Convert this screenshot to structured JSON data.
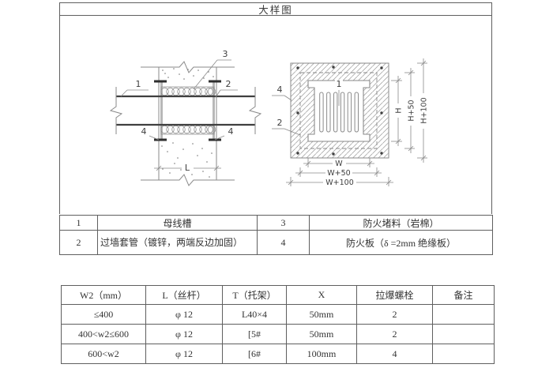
{
  "title": "大样图",
  "section_view": {
    "label_1": "1",
    "label_2": "2",
    "label_3": "3",
    "label_4_left": "4",
    "label_4_right": "4",
    "dim_length": "L"
  },
  "front_view": {
    "label_1": "1",
    "label_2": "2",
    "label_4": "4",
    "dim_w": "W",
    "dim_w50": "W+50",
    "dim_w100": "W+100",
    "dim_h": "H",
    "dim_h50": "H+50",
    "dim_h100": "H+100"
  },
  "legend": {
    "rows": [
      {
        "no_left": "1",
        "desc_left": "母线槽",
        "no_right": "3",
        "desc_right": "防火堵料（岩棉）"
      },
      {
        "no_left": "2",
        "desc_left": "过墙套管（镀锌，两端反边加固）",
        "no_right": "4",
        "desc_right": "防火板（δ =2mm 绝缘板）"
      }
    ]
  },
  "spec_table": {
    "headers": [
      "W2（mm）",
      "L（丝杆）",
      "T（托架）",
      "X",
      "拉爆螺栓",
      "备注"
    ],
    "rows": [
      [
        "≤400",
        "φ 12",
        "L40×4",
        "50mm",
        "2",
        ""
      ],
      [
        "400<w2≤600",
        "φ 12",
        "[5#",
        "50mm",
        "2",
        ""
      ],
      [
        "600<w2",
        "φ 12",
        "[6#",
        "100mm",
        "4",
        ""
      ]
    ]
  },
  "colors": {
    "line": "#8a8a8a",
    "heavy_line": "#3f3f3f",
    "sleeve_gray": "#b8b8b8",
    "ink": "#3c3c3c"
  }
}
